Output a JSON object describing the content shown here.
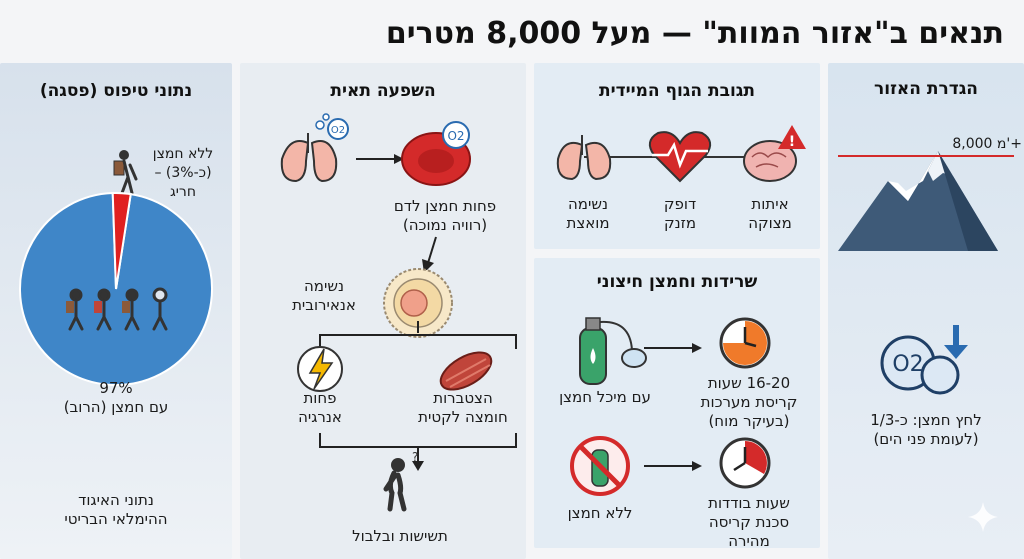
{
  "title": "תנאים ב\"אזור המוות\" — מעל 8,000 מטרים",
  "zone": {
    "title": "הגדרת האזור",
    "altitude": "8,000 מ'+",
    "pressure": "לחץ חמצן: כ-1/3",
    "pressure_note": "(לעומת פני הים)",
    "o2_label": "O2"
  },
  "body": {
    "title": "תגובת הגוף המיידית",
    "items": [
      "איתות\nמצוקה",
      "דופק\nמזנק",
      "נשימה\nמואצת"
    ]
  },
  "survival": {
    "title": "שרידות וחמצן חיצוני",
    "with_label": "עם מיכל חמצן",
    "with_time": "16-20 שעות\nקריסת מערכות\n(בעיקר מוח)",
    "without_label": "ללא חמצן",
    "without_time": "שעות בודדות\nסכנת קריסה\nמהירה"
  },
  "cell": {
    "title": "השפעה תאית",
    "blood": "פחות חמצן לדם\n(רוויה נמוכה)",
    "anaerobic": "נשימה\nאנאירובית",
    "energy": "פחות\nאנרגיה",
    "lactic": "הצטברות\nחומצה לקטית",
    "result": "תשישות ובלבול",
    "o2_label": "O2"
  },
  "typical": {
    "title": "נתוני טיפוס (פסגה)",
    "no_o2_label": "ללא חמצן\n(כ-3%) –\nחריג",
    "with_o2_label": "97%\nעם חמצן (הרוב)",
    "source": "נתוני האיגוד\nההימלאי הבריטי",
    "chart_data": {
      "type": "pie",
      "categories": [
        "עם חמצן",
        "ללא חמצן"
      ],
      "values": [
        97,
        3
      ],
      "colors": [
        "#3f86c8",
        "#e02020"
      ]
    }
  },
  "colors": {
    "red": "#d42a2a",
    "blue": "#3f86c8",
    "dark": "#222222"
  }
}
